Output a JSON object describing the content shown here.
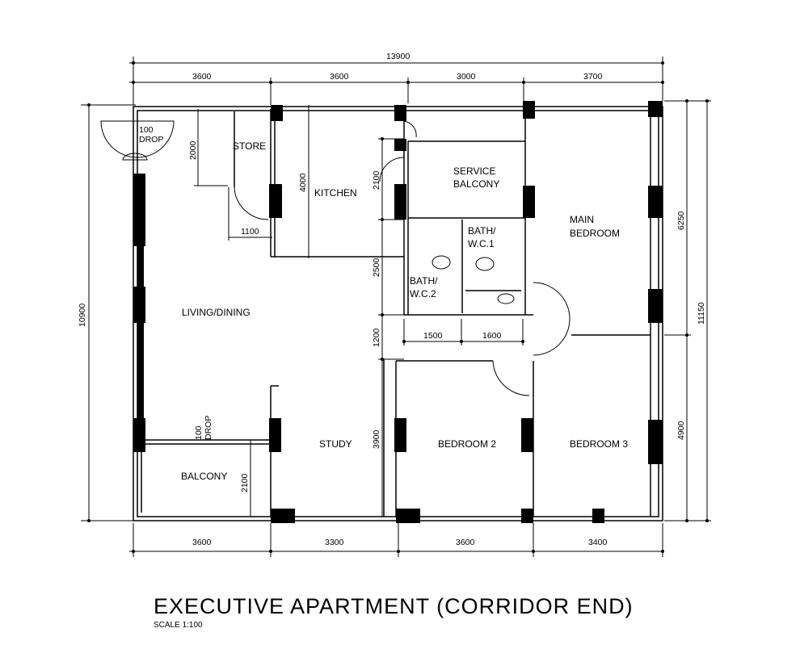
{
  "title": "EXECUTIVE APARTMENT (CORRIDOR END)",
  "scale": "SCALE   1:100",
  "rooms": {
    "store": "STORE",
    "kitchen": "KITCHEN",
    "service_balcony_1": "SERVICE",
    "service_balcony_2": "BALCONY",
    "main_bedroom_1": "MAIN",
    "main_bedroom_2": "BEDROOM",
    "bath1_1": "BATH/",
    "bath1_2": "W.C.1",
    "bath2_1": "BATH/",
    "bath2_2": "W.C.2",
    "living": "LIVING/DINING",
    "study": "STUDY",
    "bedroom2": "BEDROOM  2",
    "bedroom3": "BEDROOM  3",
    "balcony": "BALCONY"
  },
  "drops": {
    "top_1": "100",
    "top_2": "DROP",
    "balcony_1": "100",
    "balcony_2": "DROP"
  },
  "dimensions": {
    "total_top": "13900",
    "top": [
      "3600",
      "3600",
      "3000",
      "3700"
    ],
    "bottom": [
      "3600",
      "3300",
      "3600",
      "3400"
    ],
    "left_total": "10900",
    "right": [
      "6250",
      "4900"
    ],
    "right_total": "11150",
    "store_depth": "2000",
    "store_width": "1100",
    "kitchen_depth": "4000",
    "inner_vertical": [
      "2100",
      "2500",
      "1200",
      "3900"
    ],
    "bath_widths": [
      "1500",
      "1600"
    ],
    "balcony_depth": "2100"
  }
}
